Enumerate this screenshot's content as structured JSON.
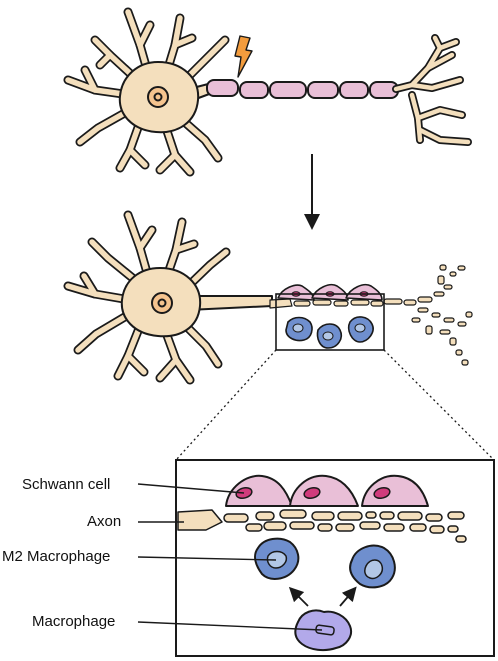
{
  "labels": {
    "schwann_cell": "Schwann cell",
    "axon": "Axon",
    "m2_macrophage": "M2 Macrophage",
    "macrophage": "Macrophage"
  },
  "colors": {
    "neuron_body": "#f4dfbd",
    "nucleus": "#f5c48f",
    "myelin": "#e9bfd7",
    "schwann_nucleus": "#d03c7c",
    "m2_macrophage": "#6f8fce",
    "m2_nucleus": "#b2c7e6",
    "macrophage": "#b2a9ea",
    "lightning": "#f39c3d",
    "outline": "#1a1a1a"
  },
  "icons": [
    "lightning-bolt-icon",
    "down-arrow-icon",
    "up-arrow-icon"
  ]
}
